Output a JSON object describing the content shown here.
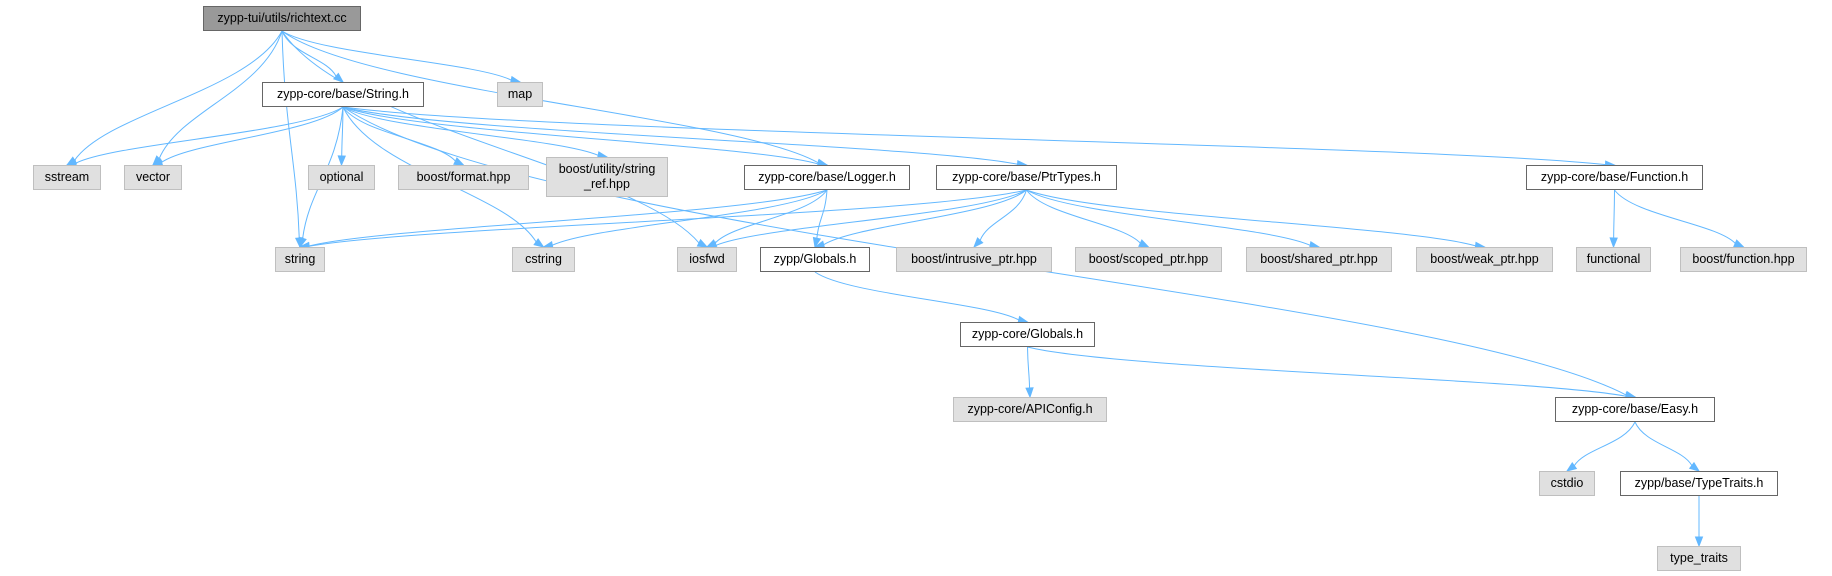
{
  "graph": {
    "colors": {
      "edge": "#63b8ff",
      "root_fill": "#999999",
      "doc_fill": "#ffffff",
      "ext_fill": "#e0e0e0"
    },
    "nodes": [
      {
        "id": "richtext",
        "label": "zypp-tui/utils/richtext.cc",
        "kind": "root"
      },
      {
        "id": "String_h",
        "label": "zypp-core/base/String.h",
        "kind": "doc"
      },
      {
        "id": "map",
        "label": "map",
        "kind": "ext"
      },
      {
        "id": "sstream",
        "label": "sstream",
        "kind": "ext"
      },
      {
        "id": "vector",
        "label": "vector",
        "kind": "ext"
      },
      {
        "id": "optional",
        "label": "optional",
        "kind": "ext"
      },
      {
        "id": "boost_format",
        "label": "boost/format.hpp",
        "kind": "ext"
      },
      {
        "id": "boost_sref",
        "label": "boost/utility/string\n_ref.hpp",
        "kind": "ext"
      },
      {
        "id": "Logger_h",
        "label": "zypp-core/base/Logger.h",
        "kind": "doc"
      },
      {
        "id": "PtrTypes_h",
        "label": "zypp-core/base/PtrTypes.h",
        "kind": "doc"
      },
      {
        "id": "Function_h",
        "label": "zypp-core/base/Function.h",
        "kind": "doc"
      },
      {
        "id": "string",
        "label": "string",
        "kind": "ext"
      },
      {
        "id": "cstring",
        "label": "cstring",
        "kind": "ext"
      },
      {
        "id": "iosfwd",
        "label": "iosfwd",
        "kind": "ext"
      },
      {
        "id": "zypp_Globals",
        "label": "zypp/Globals.h",
        "kind": "doc"
      },
      {
        "id": "b_intrusive",
        "label": "boost/intrusive_ptr.hpp",
        "kind": "ext"
      },
      {
        "id": "b_scoped",
        "label": "boost/scoped_ptr.hpp",
        "kind": "ext"
      },
      {
        "id": "b_shared",
        "label": "boost/shared_ptr.hpp",
        "kind": "ext"
      },
      {
        "id": "b_weak",
        "label": "boost/weak_ptr.hpp",
        "kind": "ext"
      },
      {
        "id": "functional",
        "label": "functional",
        "kind": "ext"
      },
      {
        "id": "b_function",
        "label": "boost/function.hpp",
        "kind": "ext"
      },
      {
        "id": "core_Globals",
        "label": "zypp-core/Globals.h",
        "kind": "doc"
      },
      {
        "id": "APIConfig",
        "label": "zypp-core/APIConfig.h",
        "kind": "ext"
      },
      {
        "id": "Easy_h",
        "label": "zypp-core/base/Easy.h",
        "kind": "doc"
      },
      {
        "id": "cstdio",
        "label": "cstdio",
        "kind": "ext"
      },
      {
        "id": "TypeTraits_h",
        "label": "zypp/base/TypeTraits.h",
        "kind": "doc"
      },
      {
        "id": "type_traits",
        "label": "type_traits",
        "kind": "ext"
      }
    ],
    "edges": [
      [
        "richtext",
        "String_h"
      ],
      [
        "richtext",
        "map"
      ],
      [
        "richtext",
        "sstream"
      ],
      [
        "richtext",
        "vector"
      ],
      [
        "richtext",
        "string"
      ],
      [
        "richtext",
        "iosfwd"
      ],
      [
        "richtext",
        "Logger_h"
      ],
      [
        "String_h",
        "sstream"
      ],
      [
        "String_h",
        "vector"
      ],
      [
        "String_h",
        "optional"
      ],
      [
        "String_h",
        "boost_format"
      ],
      [
        "String_h",
        "boost_sref"
      ],
      [
        "String_h",
        "string"
      ],
      [
        "String_h",
        "cstring"
      ],
      [
        "String_h",
        "Logger_h"
      ],
      [
        "String_h",
        "PtrTypes_h"
      ],
      [
        "String_h",
        "Function_h"
      ],
      [
        "String_h",
        "Easy_h"
      ],
      [
        "Logger_h",
        "string"
      ],
      [
        "Logger_h",
        "cstring"
      ],
      [
        "Logger_h",
        "iosfwd"
      ],
      [
        "Logger_h",
        "zypp_Globals"
      ],
      [
        "PtrTypes_h",
        "string"
      ],
      [
        "PtrTypes_h",
        "iosfwd"
      ],
      [
        "PtrTypes_h",
        "zypp_Globals"
      ],
      [
        "PtrTypes_h",
        "b_intrusive"
      ],
      [
        "PtrTypes_h",
        "b_scoped"
      ],
      [
        "PtrTypes_h",
        "b_shared"
      ],
      [
        "PtrTypes_h",
        "b_weak"
      ],
      [
        "Function_h",
        "functional"
      ],
      [
        "Function_h",
        "b_function"
      ],
      [
        "zypp_Globals",
        "core_Globals"
      ],
      [
        "core_Globals",
        "APIConfig"
      ],
      [
        "core_Globals",
        "Easy_h"
      ],
      [
        "Easy_h",
        "cstdio"
      ],
      [
        "Easy_h",
        "TypeTraits_h"
      ],
      [
        "TypeTraits_h",
        "type_traits"
      ]
    ]
  }
}
